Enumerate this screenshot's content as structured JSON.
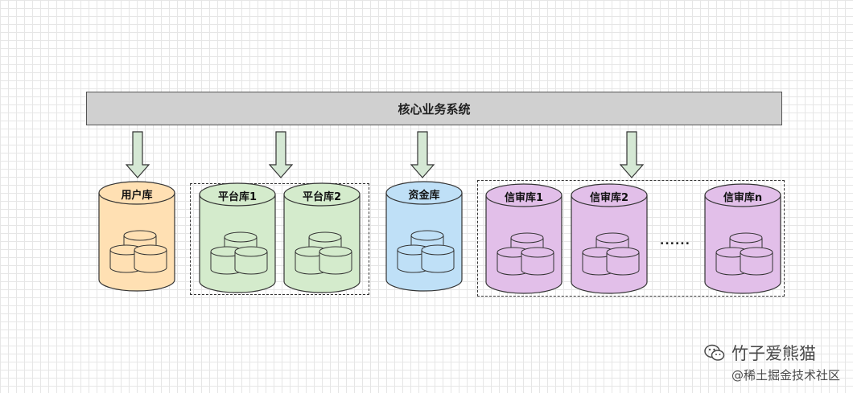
{
  "core_system": {
    "label": "核心业务系统"
  },
  "databases": [
    {
      "id": "user-db",
      "label": "用户库",
      "fill": "#ffe0b3",
      "stroke": "#333333"
    },
    {
      "id": "platform-db-1",
      "label": "平台库1",
      "fill": "#d4ebcc",
      "stroke": "#333333"
    },
    {
      "id": "platform-db-2",
      "label": "平台库2",
      "fill": "#d4ebcc",
      "stroke": "#333333"
    },
    {
      "id": "fund-db",
      "label": "资金库",
      "fill": "#bfe0f7",
      "stroke": "#333333"
    },
    {
      "id": "credit-db-1",
      "label": "信审库1",
      "fill": "#e2bfe9",
      "stroke": "#333333"
    },
    {
      "id": "credit-db-2",
      "label": "信审库2",
      "fill": "#e2bfe9",
      "stroke": "#333333"
    },
    {
      "id": "credit-db-n",
      "label": "信审库n",
      "fill": "#e2bfe9",
      "stroke": "#333333"
    }
  ],
  "ellipsis": "......",
  "arrow_color": "#d5e8d4",
  "watermark": {
    "line1": "竹子爱熊猫",
    "line2": "@稀土掘金技术社区",
    "icon": "wechat-icon"
  }
}
